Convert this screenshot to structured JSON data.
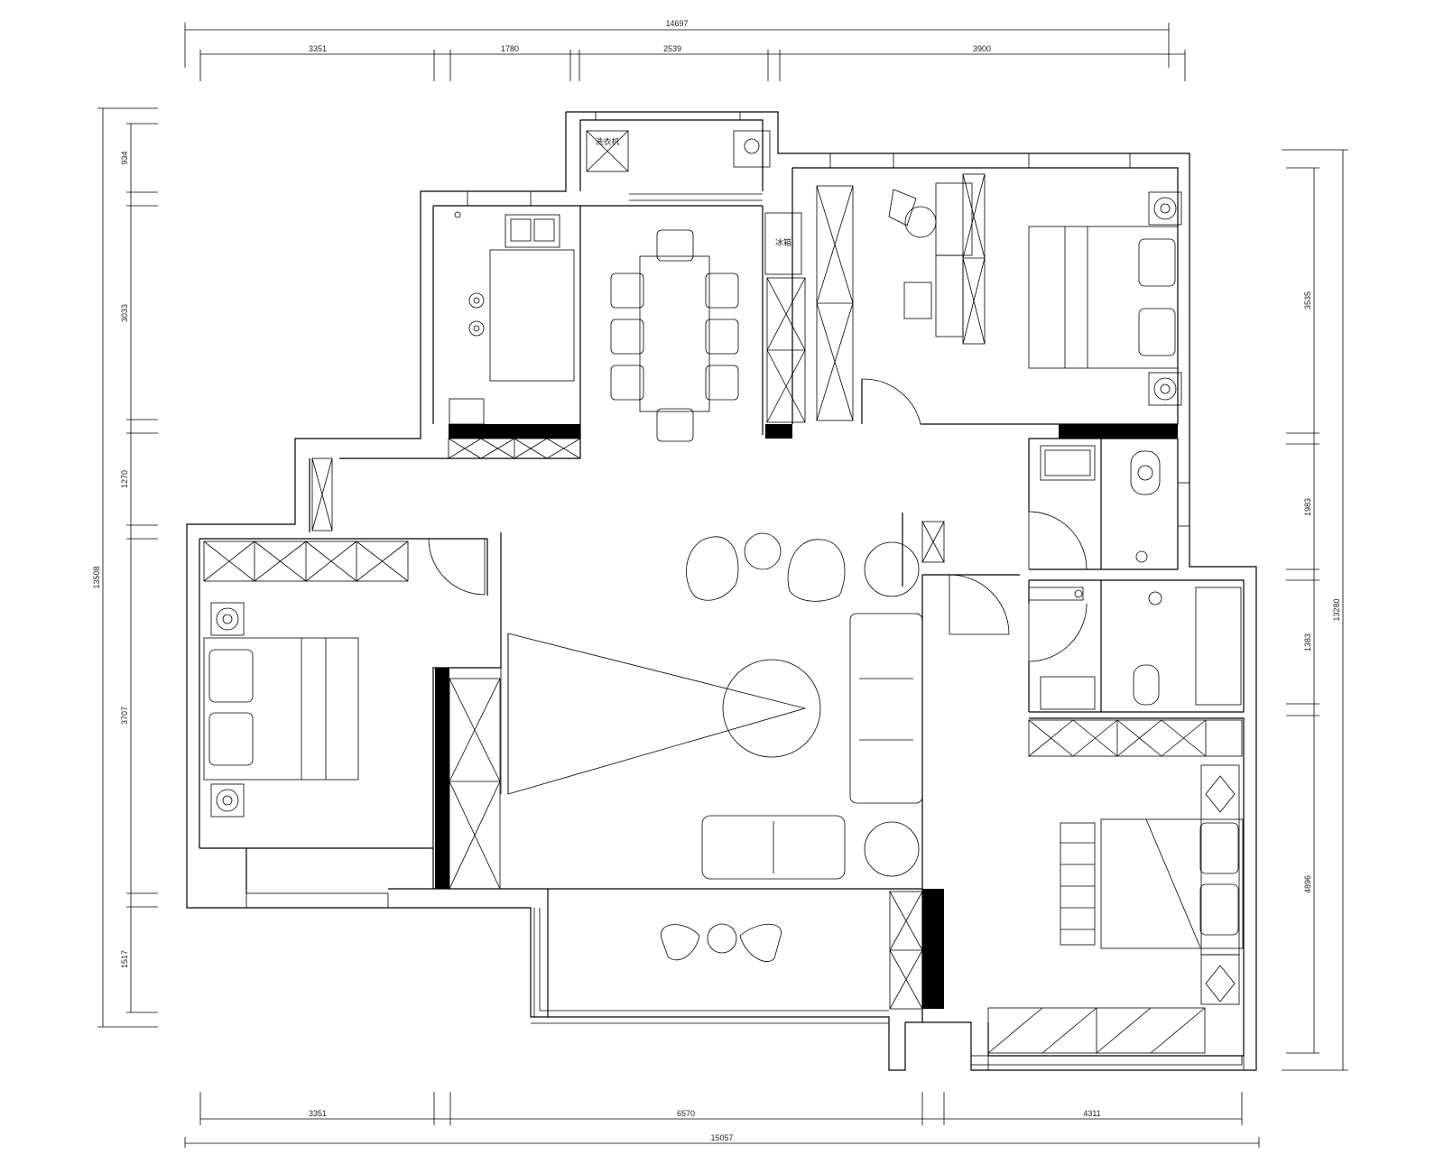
{
  "dimensions": {
    "top_total": "14697",
    "top": [
      "3351",
      "1780",
      "2539",
      "3900"
    ],
    "bottom": [
      "3351",
      "6570",
      "4311"
    ],
    "bottom_total": "15057",
    "left_total": "13508",
    "left": [
      "934",
      "3033",
      "1270",
      "3707",
      "1517"
    ],
    "right_total": "13280",
    "right": [
      "3535",
      "1983",
      "1383",
      "4896"
    ]
  },
  "labels": {
    "fridge": "冰箱",
    "washer": "洗衣机"
  }
}
